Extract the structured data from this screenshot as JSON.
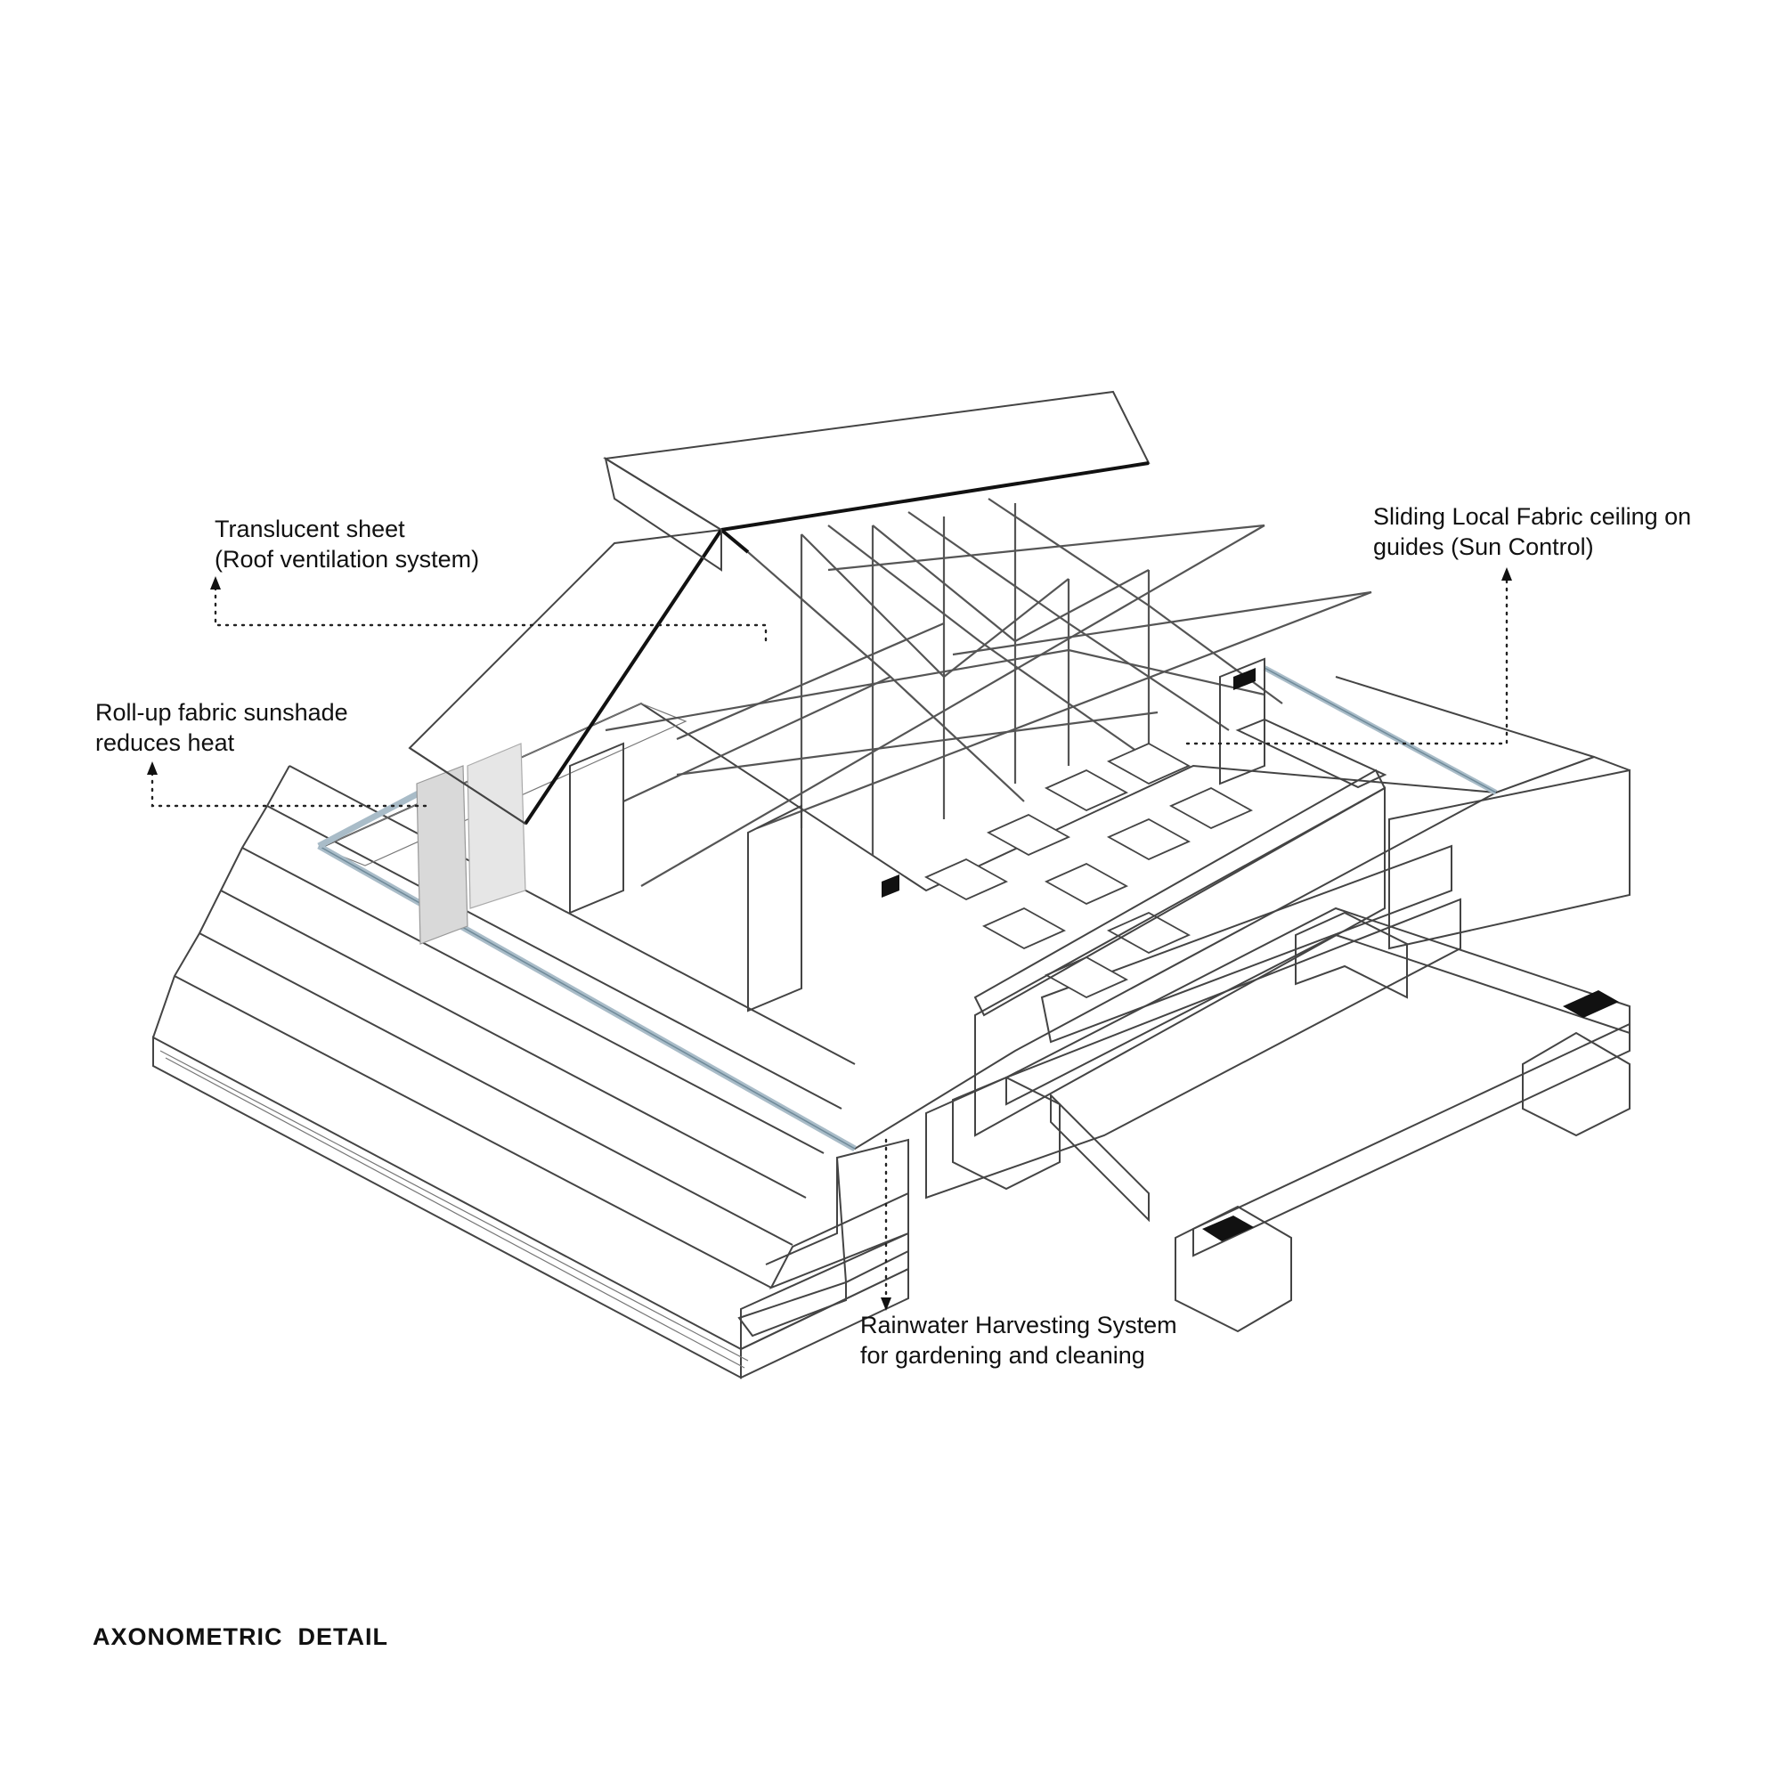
{
  "title": "AXONOMETRIC  DETAIL",
  "annotations": {
    "translucent_sheet": {
      "line1": "Translucent sheet",
      "line2": "(Roof ventilation system)"
    },
    "rollup_sunshade": {
      "line1": "Roll-up fabric sunshade",
      "line2": "reduces heat"
    },
    "sliding_ceiling": {
      "line1": "Sliding Local Fabric ceiling on",
      "line2": "guides (Sun Control)"
    },
    "rainwater": {
      "line1": "Rainwater Harvesting System",
      "line2": "for gardening and cleaning"
    }
  },
  "colors": {
    "line": "#444444",
    "floor": "#efefef",
    "glass": "#a9bcc8",
    "glass_edge": "#6f8a99",
    "fabric": "#d9d9d9"
  }
}
